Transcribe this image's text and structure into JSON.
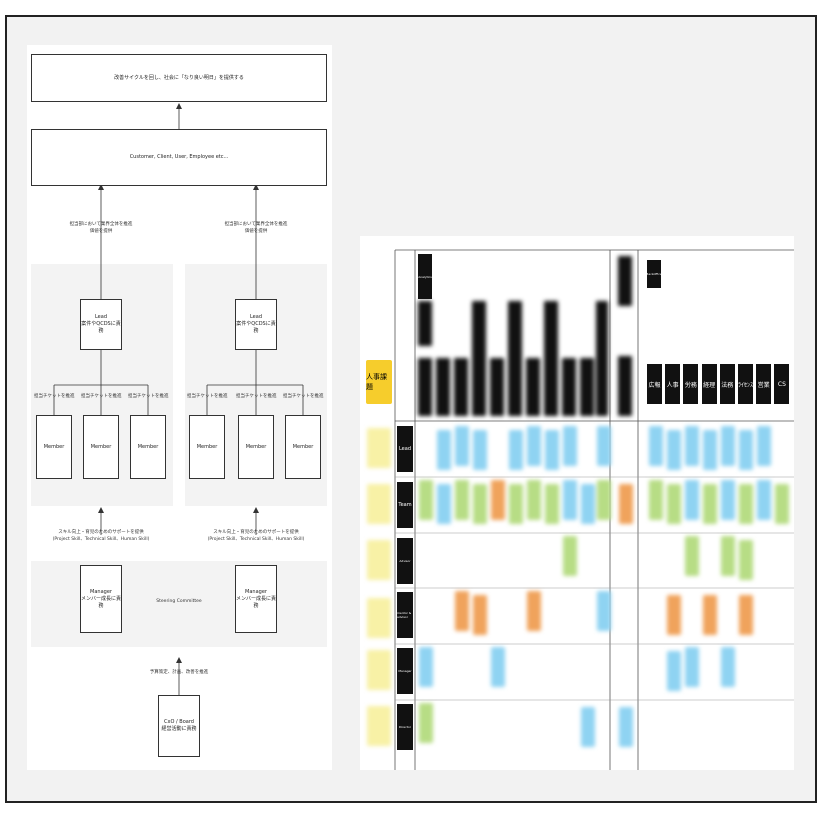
{
  "left": {
    "top_box": "改善サイクルを回し、社会に「なり良い明日」を提供する",
    "customer_box": "Customer, Client, User, Employee etc...",
    "value_text_left": "担当部において業界全体を推進\n価値を提供",
    "value_text_right": "担当部において業界全体を推進\n価値を提供",
    "lead_box": "Lead\n案件やQCDSに責務",
    "ticket_label": "担当チケットを推進",
    "member_label": "Member",
    "skill_text": "スキル向上・育児のためのサポートを提供\n(Project Skill、Technical Skill、Human Skill)",
    "steering_label": "Steering Committee",
    "manager_box": "Manager\nメンバー成長に責務",
    "board_text": "予算策定、計画、改善を推進",
    "board_box": "CxO / Board\n経営活動に責務"
  },
  "right": {
    "header_tag": "人事課題",
    "row_labels": [
      "Lead",
      "Team",
      "Advisor",
      "mentor & advisor",
      "Manager",
      "Director"
    ],
    "top_small_tag": "Analytics",
    "right_small_tag": "Backoffice",
    "dept_labels": [
      "広報",
      "人事",
      "労務",
      "経理",
      "法務",
      "ﾗｲｾﾝｽ",
      "営業",
      "CS"
    ]
  },
  "colors": {
    "blue": "#8fd3f2",
    "green": "#b7dd85",
    "orange": "#f0a35c",
    "yellow": "#f6cd2c",
    "black": "#111111"
  }
}
